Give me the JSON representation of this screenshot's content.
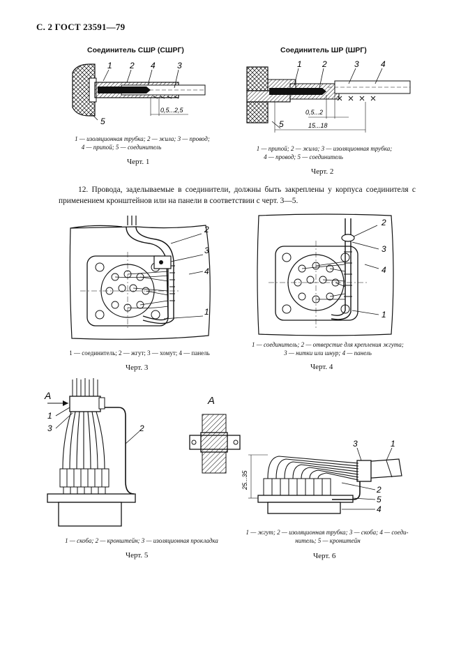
{
  "header": "С. 2 ГОСТ 23591—79",
  "figures": {
    "fig1": {
      "title": "Соединитель СШР (СШРГ)",
      "labels": [
        "1",
        "2",
        "4",
        "3",
        "5"
      ],
      "dimension": "0,5...2,5",
      "legend_line1": "1 — изоляционная трубка; 2 — жила; 3 — провод;",
      "legend_line2": "4 — припой; 5 — соединитель",
      "caption": "Черт. 1"
    },
    "fig2": {
      "title": "Соединитель ШР (ШРГ)",
      "labels": [
        "1",
        "2",
        "3",
        "4",
        "5"
      ],
      "dimension_small": "0,5...2",
      "dimension_large": "15...18",
      "legend_line1": "1 — припой; 2 — жила; 3 — изоляционная трубка;",
      "legend_line2": "4 — провод; 5 — соединитель",
      "caption": "Черт. 2"
    },
    "fig3": {
      "labels": [
        "2",
        "3",
        "4",
        "1"
      ],
      "legend": "1 — соединитель; 2 — жгут; 3 — хомут; 4 — панель",
      "caption": "Черт. 3"
    },
    "fig4": {
      "labels": [
        "2",
        "3",
        "4",
        "1"
      ],
      "legend_line1": "1 — соединитель; 2 — отверстие для крепления жгута;",
      "legend_line2": "3 — нитки или шнур; 4 — панель",
      "caption": "Черт. 4"
    },
    "fig5": {
      "view_marker": "А",
      "labels": [
        "1",
        "3",
        "2"
      ],
      "view_title": "А",
      "legend": "1 — скоба; 2 — кронштейн; 3 — изоляционная прокладка",
      "caption": "Черт. 5"
    },
    "fig6": {
      "labels": [
        "3",
        "1",
        "2",
        "5",
        "4"
      ],
      "dimension": "25...35",
      "legend_line1": "1 — жгут; 2 — изоляционная трубка; 3 — скоба; 4 — соеди-",
      "legend_line2": "нитель; 5 — кронштейн",
      "caption": "Черт. 6"
    }
  },
  "paragraph": "12. Провода, заделываемые в соединители, должны быть закреплены у корпуса соединителя с применением кронштейнов или на панели в соответствии с черт. 3—5."
}
